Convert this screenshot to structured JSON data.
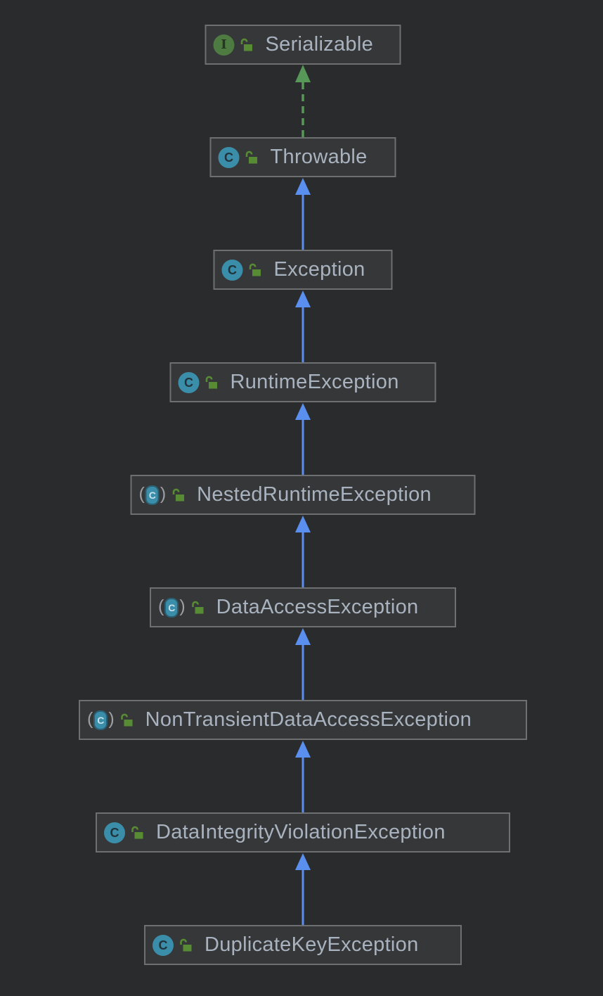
{
  "diagram": {
    "type": "class-inheritance-hierarchy",
    "nodes": [
      {
        "label": "Serializable",
        "kind": "interface",
        "icon": "interface-icon",
        "modifier_icon": "unlocked-icon"
      },
      {
        "label": "Throwable",
        "kind": "class",
        "icon": "class-icon",
        "modifier_icon": "unlocked-icon"
      },
      {
        "label": "Exception",
        "kind": "class",
        "icon": "class-icon",
        "modifier_icon": "unlocked-icon"
      },
      {
        "label": "RuntimeException",
        "kind": "class",
        "icon": "class-icon",
        "modifier_icon": "unlocked-icon"
      },
      {
        "label": "NestedRuntimeException",
        "kind": "abstract-class",
        "icon": "abstract-class-icon",
        "modifier_icon": "unlocked-icon"
      },
      {
        "label": "DataAccessException",
        "kind": "abstract-class",
        "icon": "abstract-class-icon",
        "modifier_icon": "unlocked-icon"
      },
      {
        "label": "NonTransientDataAccessException",
        "kind": "abstract-class",
        "icon": "abstract-class-icon",
        "modifier_icon": "unlocked-icon"
      },
      {
        "label": "DataIntegrityViolationException",
        "kind": "class",
        "icon": "class-icon",
        "modifier_icon": "unlocked-icon"
      },
      {
        "label": "DuplicateKeyException",
        "kind": "class",
        "icon": "class-icon",
        "modifier_icon": "unlocked-icon"
      }
    ],
    "edges": [
      {
        "from": "Throwable",
        "to": "Serializable",
        "type": "implements",
        "style": "dashed",
        "color": "#579757"
      },
      {
        "from": "Exception",
        "to": "Throwable",
        "type": "extends",
        "style": "solid",
        "color": "#5A8FEF"
      },
      {
        "from": "RuntimeException",
        "to": "Exception",
        "type": "extends",
        "style": "solid",
        "color": "#5A8FEF"
      },
      {
        "from": "NestedRuntimeException",
        "to": "RuntimeException",
        "type": "extends",
        "style": "solid",
        "color": "#5A8FEF"
      },
      {
        "from": "DataAccessException",
        "to": "NestedRuntimeException",
        "type": "extends",
        "style": "solid",
        "color": "#5A8FEF"
      },
      {
        "from": "NonTransientDataAccessException",
        "to": "DataAccessException",
        "type": "extends",
        "style": "solid",
        "color": "#5A8FEF"
      },
      {
        "from": "DataIntegrityViolationException",
        "to": "NonTransientDataAccessException",
        "type": "extends",
        "style": "solid",
        "color": "#5A8FEF"
      },
      {
        "from": "DuplicateKeyException",
        "to": "DataIntegrityViolationException",
        "type": "extends",
        "style": "solid",
        "color": "#5A8FEF"
      }
    ],
    "icon_glyphs": {
      "class": "C",
      "interface": "I",
      "paren_open": "(",
      "paren_close": ")"
    },
    "colors": {
      "background": "#2A2B2C",
      "node_fill": "#363739",
      "node_border": "#6E6F71",
      "node_text": "#A9B3BF",
      "class_icon": "#3B8EA9",
      "interface_icon": "#4D7B42",
      "lock_icon": "#578C34",
      "extends_edge": "#5A8FEF",
      "implements_edge": "#579757"
    }
  }
}
